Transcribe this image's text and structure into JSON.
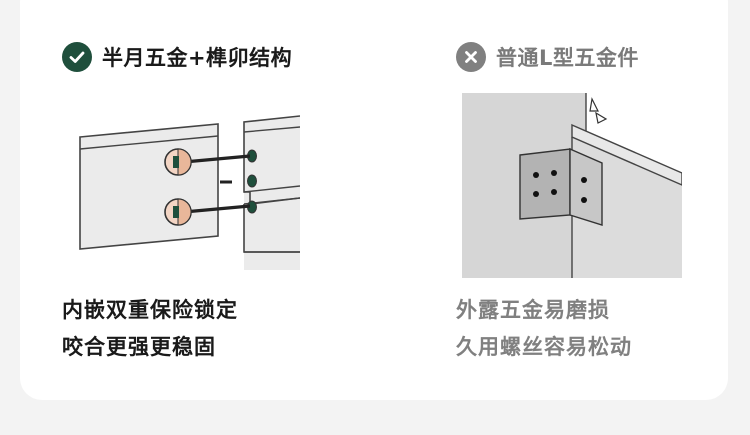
{
  "comparison": {
    "good": {
      "status_icon": "check-circle-icon",
      "title": "半月五金+榫卯结构",
      "illustration": "half-moon-hardware-mortise-tenon-joint",
      "lines": [
        "内嵌双重保险锁定",
        "咬合更强更稳固"
      ],
      "accent_color": "#1f4f3c"
    },
    "bad": {
      "status_icon": "x-circle-icon",
      "title": "普通L型五金件",
      "illustration": "l-shaped-bracket-joint",
      "lines": [
        "外露五金易磨损",
        "久用螺丝容易松动"
      ],
      "accent_color": "#808080"
    }
  }
}
